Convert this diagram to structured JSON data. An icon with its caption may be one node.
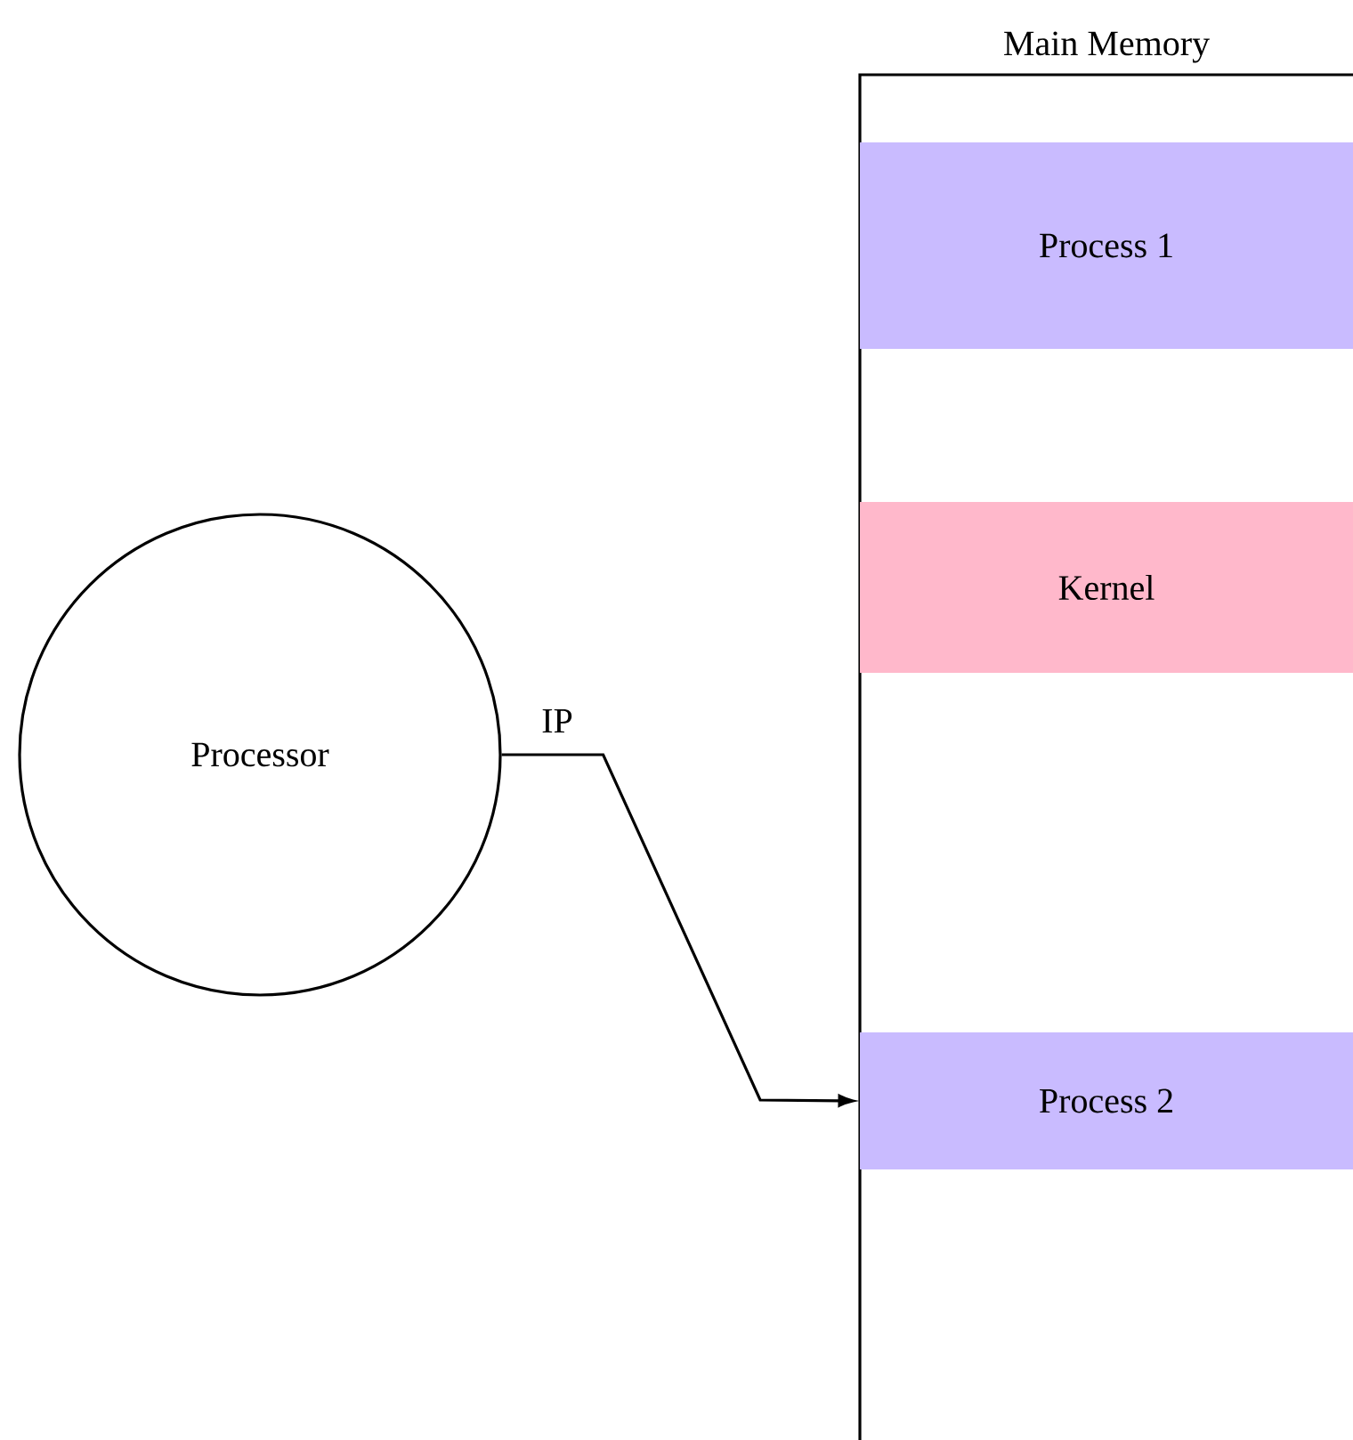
{
  "diagram": {
    "nodes": [
      {
        "text": [
          "Main Memory"
        ]
      },
      {
        "text": [
          "Process 1"
        ],
        "in": 0
      },
      {
        "text": [
          "Kernel"
        ],
        "in": 0
      },
      {
        "text": [
          "Process 2"
        ],
        "in": 0
      },
      {
        "text": [
          "Processor"
        ]
      }
    ],
    "edges": [
      {
        "from": 4,
        "to": 3,
        "arrow": "to",
        "label": "IP"
      }
    ]
  }
}
